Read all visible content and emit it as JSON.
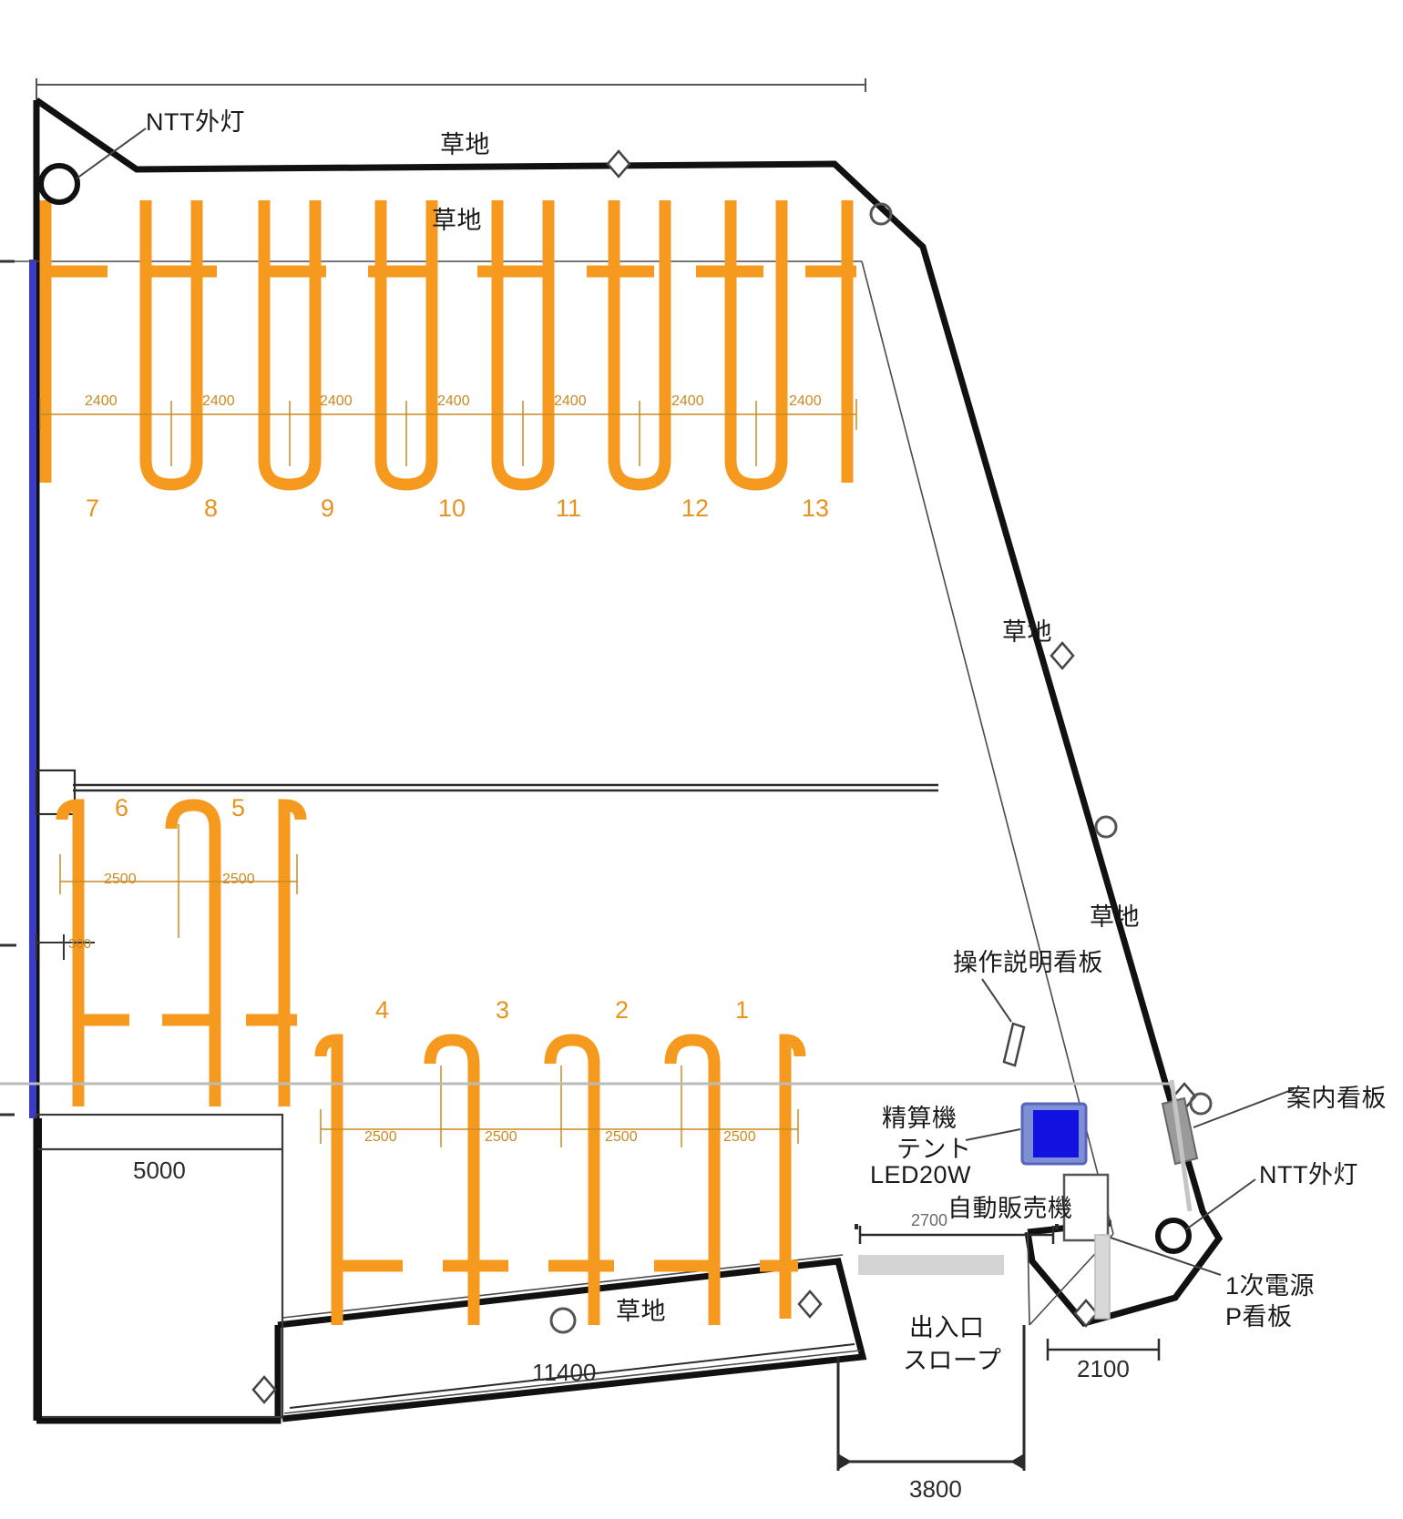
{
  "drawing": {
    "type": "parking-lot-site-plan",
    "title_visible": false,
    "colors": {
      "stall_marking": "#F59A1E",
      "boundary": "#111111",
      "dimension_orange": "#C98A22",
      "dimension_black": "#2b2b2b",
      "blue_wall": "#3B3BC8",
      "machine_blue": "#1212E0",
      "slope_grey": "#D0D0D0"
    }
  },
  "annotations": {
    "ntt_light_top": "NTT外灯",
    "ntt_light_right": "NTT外灯",
    "guide_sign_right": "案内看板",
    "grass_top_1": "草地",
    "grass_top_2": "草地",
    "grass_right_1": "草地",
    "grass_right_2": "草地",
    "grass_bottom": "草地",
    "operation_sign": "操作説明看板",
    "payment_machine_l1": "精算機",
    "payment_machine_l2": "テント",
    "payment_machine_l3": "LED20W",
    "vending_machine": "自動販売機",
    "entrance_l1": "出入口",
    "entrance_l2": "スロープ",
    "primary_power_l1": "1次電源",
    "primary_power_l2": "P看板"
  },
  "stalls": {
    "upper_row": [
      {
        "number": "7"
      },
      {
        "number": "8"
      },
      {
        "number": "9"
      },
      {
        "number": "10"
      },
      {
        "number": "11"
      },
      {
        "number": "12"
      },
      {
        "number": "13"
      }
    ],
    "middle_row": [
      {
        "number": "6"
      },
      {
        "number": "5"
      }
    ],
    "lower_row": [
      {
        "number": "4"
      },
      {
        "number": "3"
      },
      {
        "number": "2"
      },
      {
        "number": "1"
      }
    ]
  },
  "dimensions": {
    "upper_row_widths": [
      "2400",
      "2400",
      "2400",
      "2400",
      "2400",
      "2400",
      "2400"
    ],
    "middle_row_widths": [
      "2500",
      "2500"
    ],
    "lower_row_widths": [
      "2500",
      "2500",
      "2500",
      "2500"
    ],
    "offset_300": "300",
    "building_width_5000": "5000",
    "bottom_edge_11400": "11400",
    "vending_2700": "2700",
    "ramp_2100": "2100",
    "entrance_3800": "3800"
  }
}
